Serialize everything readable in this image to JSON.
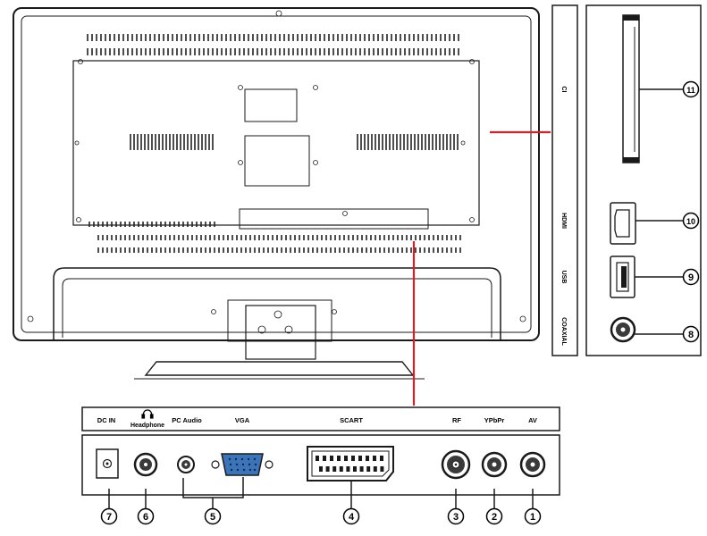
{
  "side_panel": {
    "ci_label": "CI",
    "hdmi_label": "HDMI",
    "usb_label": "USB",
    "coaxial_label": "COAXIAL"
  },
  "bottom_panel": {
    "dcin_label": "DC IN",
    "headphone_label": "Headphone",
    "pcaudio_label": "PC Audio",
    "vga_label": "VGA",
    "scart_label": "SCART",
    "rf_label": "RF",
    "ypbpr_label": "YPbPr",
    "av_label": "AV"
  },
  "callouts": {
    "n1": "1",
    "n2": "2",
    "n3": "3",
    "n4": "4",
    "n5": "5",
    "n6": "6",
    "n7": "7",
    "n8": "8",
    "n9": "9",
    "n10": "10",
    "n11": "11"
  },
  "colors": {
    "outline": "#1a1a1a",
    "connector_line": "#d42027",
    "vga_port": "#3b74b8",
    "grill": "#222222"
  },
  "icons": [
    "headphone-icon"
  ]
}
